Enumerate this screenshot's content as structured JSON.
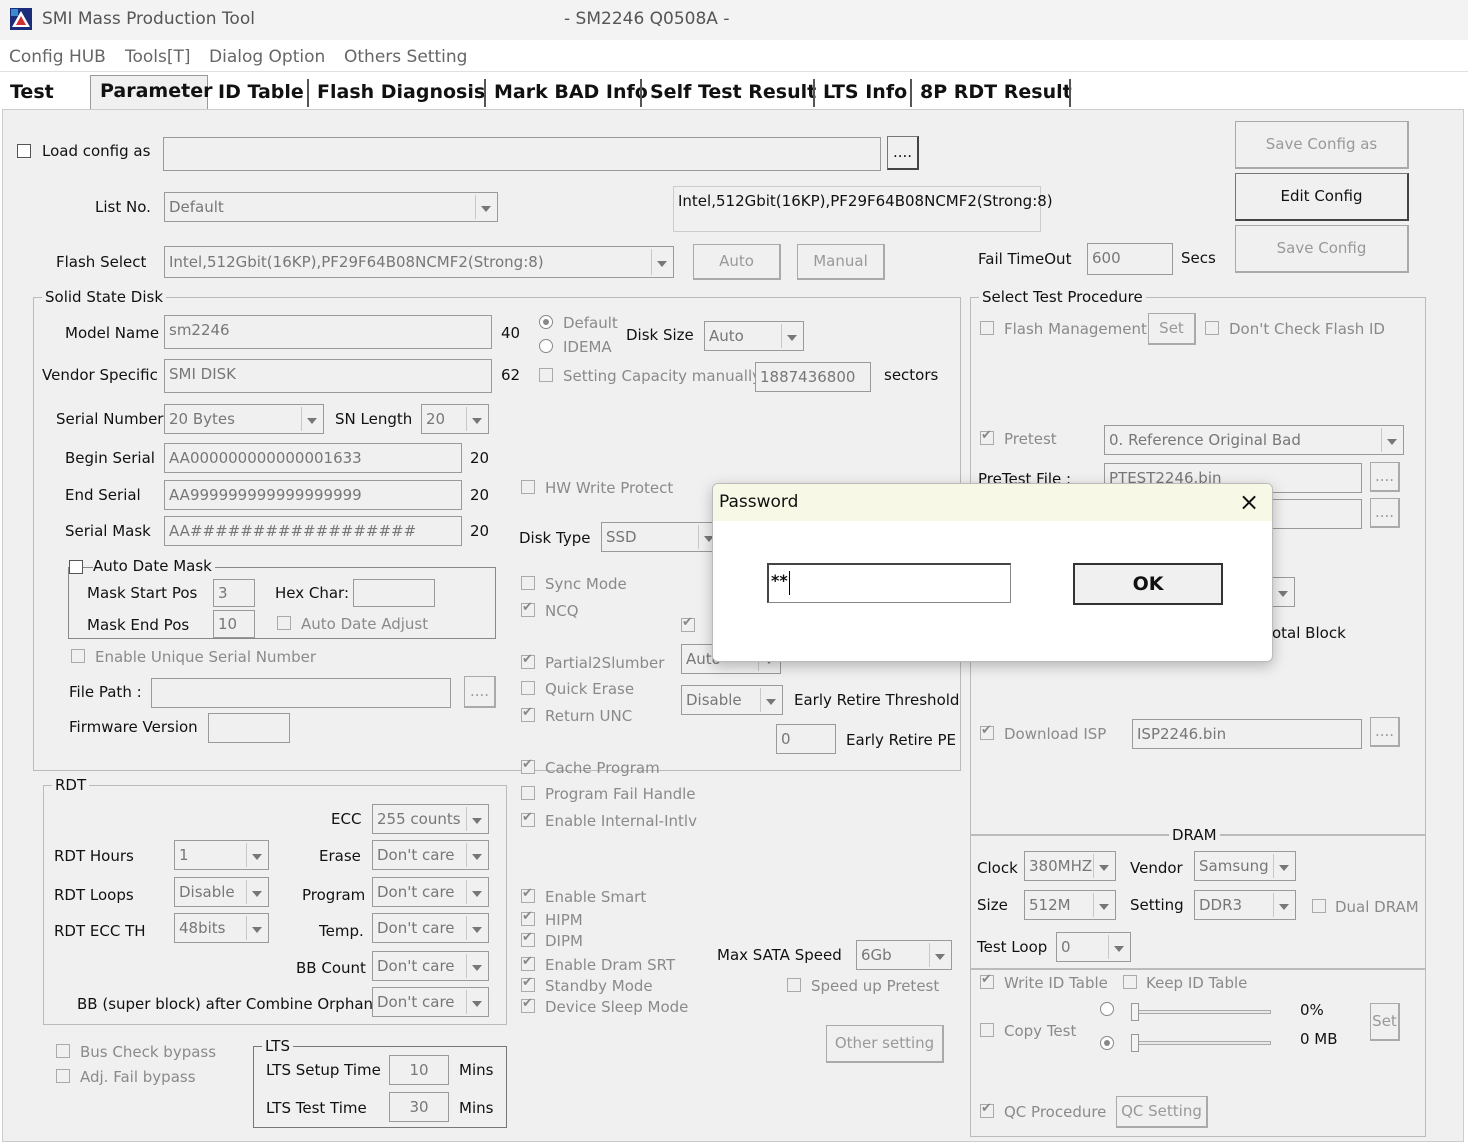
{
  "window": {
    "title": "SMI Mass Production Tool",
    "subtitle": "- SM2246 Q0508A -"
  },
  "menu": [
    "Config HUB",
    "Tools[T]",
    "Dialog Option",
    "Others Setting"
  ],
  "tabs": [
    "Test",
    "Parameter",
    "ID Table",
    "Flash Diagnosis",
    "Mark BAD Info",
    "Self Test Result",
    "LTS Info",
    "8P RDT Result"
  ],
  "active_tab": "Parameter",
  "top": {
    "load_config_label": "Load config as",
    "browse": "....",
    "list_no_label": "List No.",
    "list_no_value": "Default",
    "flash_info": "Intel,512Gbit(16KP),PF29F64B08NCMF2(Strong:8)",
    "flash_select_label": "Flash Select",
    "flash_select_value": "Intel,512Gbit(16KP),PF29F64B08NCMF2(Strong:8)",
    "auto": "Auto",
    "manual": "Manual",
    "save_config_as": "Save Config as",
    "edit_config": "Edit Config",
    "save_config": "Save Config",
    "fail_timeout_label": "Fail TimeOut",
    "fail_timeout_value": "600",
    "secs": "Secs"
  },
  "ssd": {
    "group": "Solid State Disk",
    "model_name_label": "Model Name",
    "model_name": "sm2246",
    "model_len": "40",
    "vendor_label": "Vendor Specific",
    "vendor": "SMI DISK",
    "vendor_len": "62",
    "default": "Default",
    "idema": "IDEMA",
    "disk_size_label": "Disk Size",
    "disk_size": "Auto",
    "setting_capacity": "Setting Capacity manually",
    "capacity": "1887436800",
    "sectors": "sectors",
    "serial_number_label": "Serial Number",
    "serial_number": "20 Bytes",
    "sn_length_label": "SN Length",
    "sn_length": "20",
    "begin_serial_label": "Begin Serial",
    "begin_serial": "AA000000000000001633",
    "begin_len": "20",
    "end_serial_label": "End Serial",
    "end_serial": "AA999999999999999999",
    "end_len": "20",
    "serial_mask_label": "Serial Mask",
    "serial_mask": "AA##################",
    "mask_len": "20",
    "auto_date_mask": "Auto Date Mask",
    "mask_start_label": "Mask Start Pos",
    "mask_start": "3",
    "hex_char_label": "Hex Char:",
    "mask_end_label": "Mask End Pos",
    "mask_end": "10",
    "auto_date_adjust": "Auto Date Adjust",
    "unique_serial": "Enable Unique Serial Number",
    "file_path_label": "File Path :",
    "firmware_label": "Firmware Version",
    "hw_write_protect": "HW Write Protect",
    "disk_type_label": "Disk Type",
    "disk_type": "SSD",
    "sync_mode": "Sync Mode",
    "ncq": "NCQ",
    "partial2slumber": "Partial2Slumber",
    "partial_value": "Auto",
    "quick_erase": "Quick Erase",
    "early_retire_value": "Disable",
    "early_retire_threshold": "Early Retire Threshold",
    "return_unc": "Return UNC",
    "early_retire_pe_value": "0",
    "early_retire_pe": "Early Retire PE",
    "cache_program": "Cache Program",
    "program_fail": "Program Fail Handle",
    "internal_intlv": "Enable Internal-Intlv",
    "enable_smart": "Enable Smart",
    "hipm": "HIPM",
    "dipm": "DIPM",
    "dram_srt": "Enable Dram SRT",
    "standby": "Standby Mode",
    "device_sleep": "Device Sleep Mode",
    "max_sata_label": "Max SATA Speed",
    "max_sata": "6Gb",
    "speed_up_pretest": "Speed up Pretest",
    "other_setting": "Other setting"
  },
  "rdt": {
    "group": "RDT",
    "ecc_label": "ECC",
    "ecc": "255 counts",
    "hours_label": "RDT Hours",
    "hours": "1",
    "erase_label": "Erase",
    "erase": "Don't care",
    "loops_label": "RDT Loops",
    "loops": "Disable",
    "program_label": "Program",
    "program": "Don't care",
    "ecc_th_label": "RDT ECC TH",
    "ecc_th": "48bits",
    "temp_label": "Temp.",
    "temp": "Don't care",
    "bb_count_label": "BB Count",
    "bb_count": "Don't care",
    "bb_super_label": "BB (super block) after Combine Orphan",
    "bb_super": "Don't care"
  },
  "bypass": {
    "bus_check": "Bus Check bypass",
    "adj_fail": "Adj. Fail bypass"
  },
  "lts": {
    "group": "LTS",
    "setup_label": "LTS Setup Time",
    "setup": "10",
    "test_label": "LTS Test Time",
    "test": "30",
    "mins": "Mins"
  },
  "proc": {
    "group": "Select Test Procedure",
    "flash_mgmt": "Flash Management",
    "set": "Set",
    "dont_check": "Don't Check Flash ID",
    "pretest": "Pretest",
    "pretest_value": "0. Reference Original Bad",
    "pretest_file_label": "PreTest File :",
    "pretest_file": "PTEST2246.bin",
    "total_block": "otal Block",
    "download_isp": "Download ISP",
    "isp_file": "ISP2246.bin"
  },
  "dram": {
    "group": "DRAM",
    "clock_label": "Clock",
    "clock": "380MHZ",
    "vendor_label": "Vendor",
    "vendor": "Samsung",
    "size_label": "Size",
    "size": "512M",
    "setting_label": "Setting",
    "setting": "DDR3",
    "dual": "Dual DRAM",
    "test_loop_label": "Test Loop",
    "test_loop": "0"
  },
  "bottom_right": {
    "write_id": "Write ID Table",
    "keep_id": "Keep ID Table",
    "copy_test": "Copy Test",
    "pct": "0%",
    "mb": "0 MB",
    "set": "Set",
    "qc_procedure": "QC Procedure",
    "qc_setting": "QC Setting"
  },
  "dialog": {
    "title": "Password",
    "close": "×",
    "value": "**",
    "ok": "OK"
  }
}
